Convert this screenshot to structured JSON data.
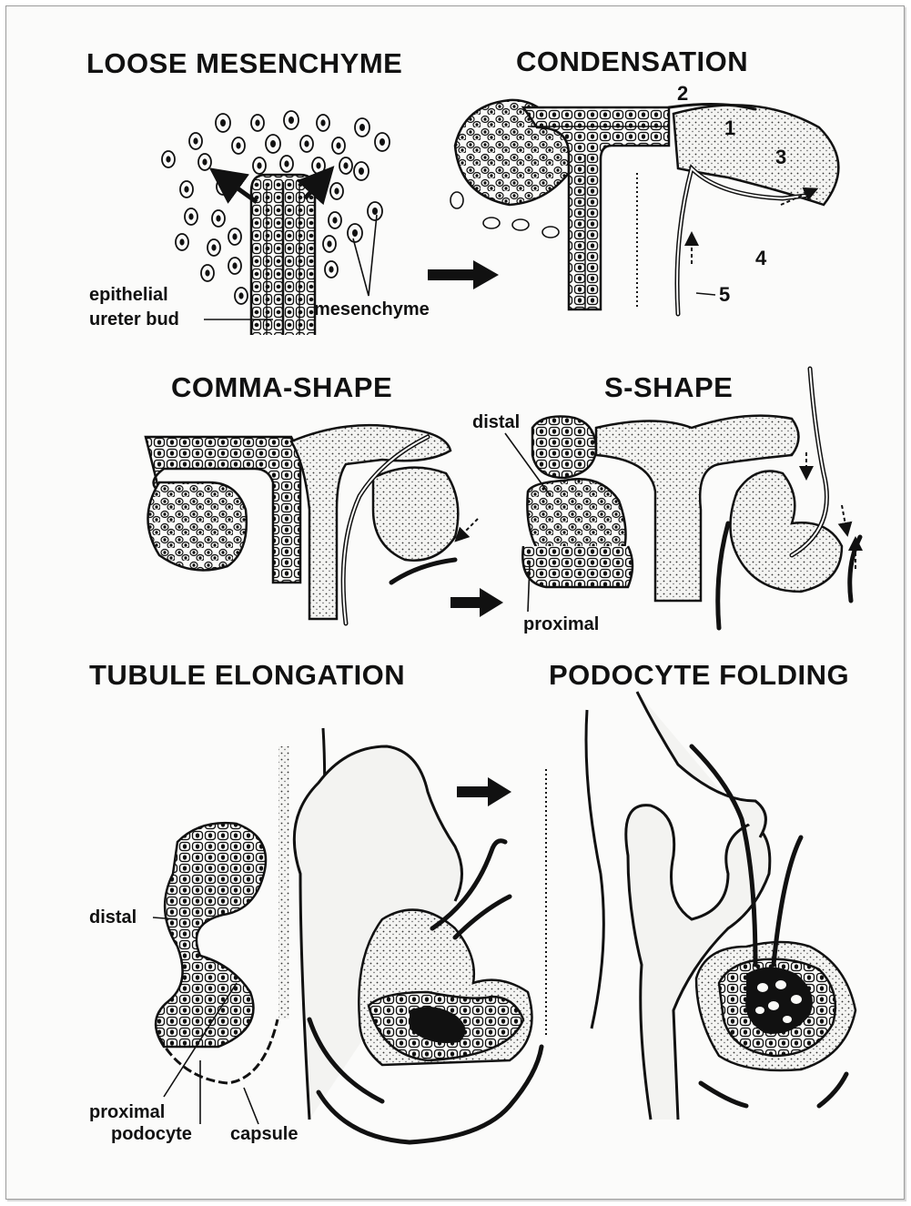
{
  "panels": {
    "loose_mesenchyme": {
      "title": "LOOSE MESENCHYME",
      "labels": {
        "epithelial": "epithelial",
        "ureter_bud": "ureter bud",
        "mesenchyme": "mesenchyme"
      }
    },
    "condensation": {
      "title": "CONDENSATION",
      "numbers": {
        "n1": "1",
        "n2": "2",
        "n3": "3",
        "n4": "4",
        "n5": "5"
      }
    },
    "comma_shape": {
      "title": "COMMA-SHAPE"
    },
    "s_shape": {
      "title": "S-SHAPE",
      "labels": {
        "distal": "distal",
        "proximal": "proximal"
      }
    },
    "tubule_elongation": {
      "title": "TUBULE ELONGATION",
      "labels": {
        "distal": "distal",
        "proximal": "proximal",
        "podocyte": "podocyte",
        "capsule": "capsule"
      }
    },
    "podocyte_folding": {
      "title": "PODOCYTE FOLDING"
    }
  }
}
